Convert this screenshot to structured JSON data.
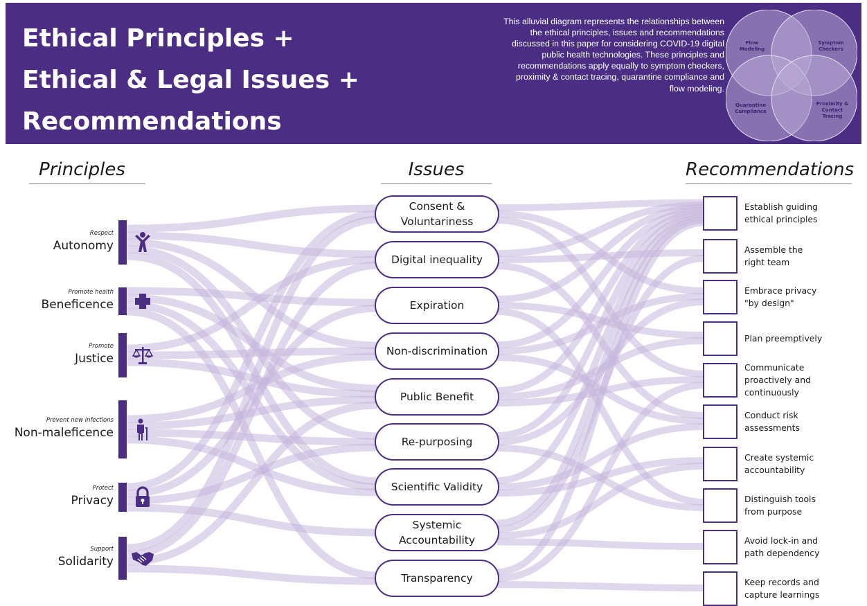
{
  "banner": {
    "title_lines": [
      "Ethical Principles +",
      "Ethical & Legal Issues +",
      "Recommendations"
    ],
    "description": "This alluvial diagram represents the relationships between the ethical principles, issues and recommendations discussed in this paper for considering COVID-19 digital public health technologies. These principles and recommendations apply equally to symptom checkers, proximity & contact tracing, quarantine compliance and flow modeling.",
    "venn": {
      "labels": [
        [
          "Flow",
          "Modeling"
        ],
        [
          "Symptom",
          "Checkers"
        ],
        [
          "Quarantine",
          "Compliance"
        ],
        [
          "Proximity &",
          "Contact",
          "Tracing"
        ]
      ]
    }
  },
  "columns": {
    "principles": "Principles",
    "issues": "Issues",
    "recommendations": "Recommendations"
  },
  "principles": [
    {
      "qualifier": "Respect",
      "name": "Autonomy",
      "icon": "person-icon"
    },
    {
      "qualifier": "Promote health",
      "name": "Beneficence",
      "icon": "cross-icon"
    },
    {
      "qualifier": "Promote",
      "name": "Justice",
      "icon": "scales-icon"
    },
    {
      "qualifier": "Prevent new infections",
      "name": "Non-maleficence",
      "icon": "elderly-icon"
    },
    {
      "qualifier": "Protect",
      "name": "Privacy",
      "icon": "lock-icon"
    },
    {
      "qualifier": "Support",
      "name": "Solidarity",
      "icon": "handshake-icon"
    }
  ],
  "issues": [
    {
      "lines": [
        "Consent &",
        "Voluntariness"
      ]
    },
    {
      "lines": [
        "Digital inequality"
      ]
    },
    {
      "lines": [
        "Expiration"
      ]
    },
    {
      "lines": [
        "Non-discrimination"
      ]
    },
    {
      "lines": [
        "Public Benefit"
      ]
    },
    {
      "lines": [
        "Re-purposing"
      ]
    },
    {
      "lines": [
        "Scientific Validity"
      ]
    },
    {
      "lines": [
        "Systemic",
        "Accountability"
      ]
    },
    {
      "lines": [
        "Transparency"
      ]
    }
  ],
  "recommendations": [
    {
      "lines": [
        "Establish guiding",
        "ethical principles"
      ]
    },
    {
      "lines": [
        "Assemble the",
        "right team"
      ]
    },
    {
      "lines": [
        "Embrace privacy",
        "\"by design\""
      ]
    },
    {
      "lines": [
        "Plan preemptively"
      ]
    },
    {
      "lines": [
        "Communicate",
        "proactively and",
        "continuously"
      ]
    },
    {
      "lines": [
        "Conduct risk",
        "assessments"
      ]
    },
    {
      "lines": [
        "Create systemic",
        "accountability"
      ]
    },
    {
      "lines": [
        "Distinguish tools",
        "from purpose"
      ]
    },
    {
      "lines": [
        "Avoid lock-in and",
        "path dependency"
      ]
    },
    {
      "lines": [
        "Keep records and",
        "capture learnings"
      ]
    }
  ],
  "flows": {
    "principle_to_issue": [
      [
        0,
        0
      ],
      [
        0,
        1
      ],
      [
        0,
        3
      ],
      [
        0,
        5
      ],
      [
        0,
        6
      ],
      [
        1,
        2
      ],
      [
        1,
        4
      ],
      [
        1,
        6
      ],
      [
        1,
        8
      ],
      [
        2,
        1
      ],
      [
        2,
        3
      ],
      [
        2,
        4
      ],
      [
        3,
        3
      ],
      [
        3,
        4
      ],
      [
        3,
        5
      ],
      [
        3,
        6
      ],
      [
        4,
        0
      ],
      [
        4,
        2
      ],
      [
        4,
        5
      ],
      [
        4,
        7
      ],
      [
        5,
        0
      ],
      [
        5,
        1
      ],
      [
        5,
        4
      ],
      [
        5,
        8
      ]
    ],
    "issue_to_recommendation": [
      [
        0,
        0
      ],
      [
        0,
        2
      ],
      [
        0,
        4
      ],
      [
        1,
        0
      ],
      [
        1,
        1
      ],
      [
        1,
        5
      ],
      [
        2,
        0
      ],
      [
        2,
        3
      ],
      [
        2,
        7
      ],
      [
        3,
        0
      ],
      [
        3,
        2
      ],
      [
        3,
        5
      ],
      [
        4,
        0
      ],
      [
        4,
        3
      ],
      [
        4,
        4
      ],
      [
        5,
        0
      ],
      [
        5,
        2
      ],
      [
        5,
        7
      ],
      [
        6,
        0
      ],
      [
        6,
        5
      ],
      [
        6,
        6
      ],
      [
        7,
        0
      ],
      [
        7,
        1
      ],
      [
        7,
        6
      ],
      [
        7,
        8
      ],
      [
        8,
        0
      ],
      [
        8,
        4
      ],
      [
        8,
        9
      ]
    ]
  },
  "colors": {
    "brand": "#4b2d83",
    "flow": "#c4b7dc",
    "venn": "#b9aad6",
    "banner_text": "#ffffff"
  }
}
